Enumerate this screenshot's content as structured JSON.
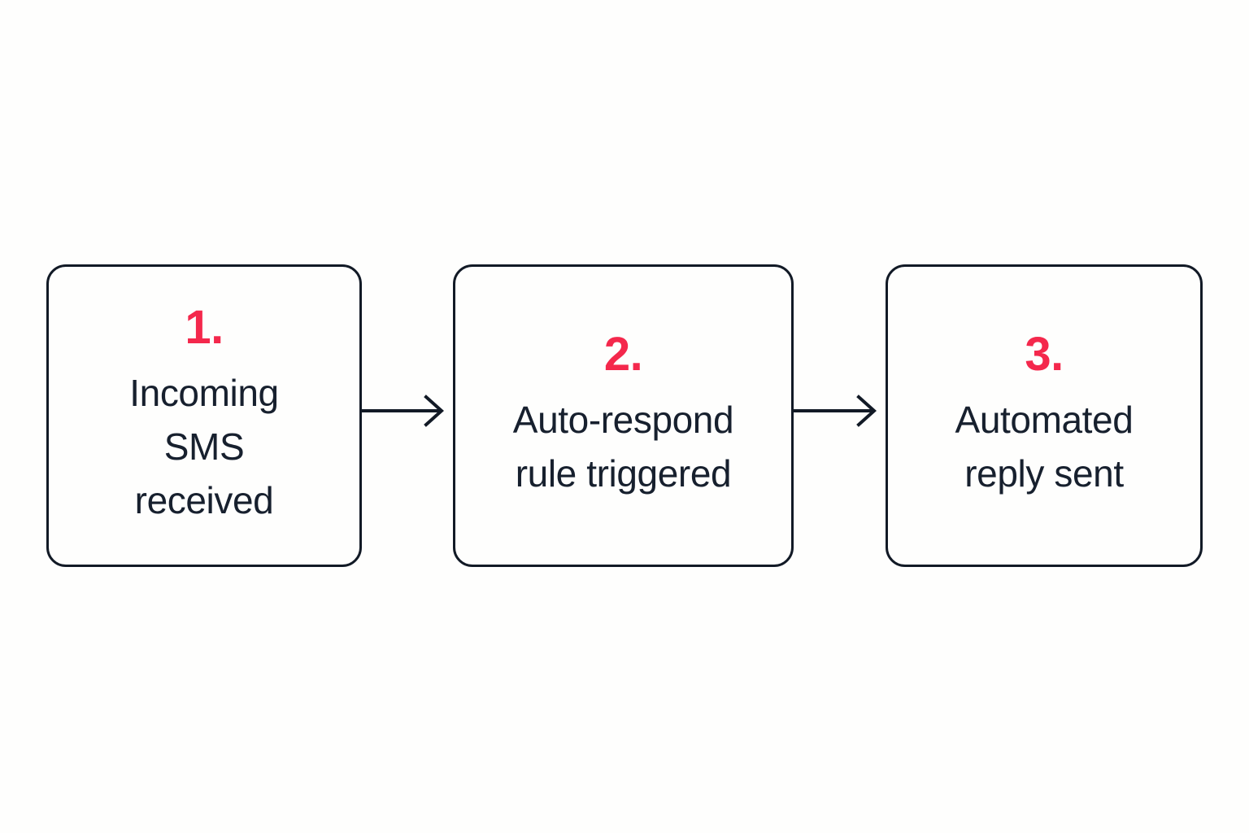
{
  "diagram": {
    "type": "horizontal-process-flow",
    "background_color": "#fefefd",
    "accent_color": "#f4284c",
    "text_color": "#17202e",
    "border_color": "#121a26",
    "steps": [
      {
        "number": "1.",
        "label": "Incoming\nSMS\nreceived"
      },
      {
        "number": "2.",
        "label": "Auto-respond\nrule triggered"
      },
      {
        "number": "3.",
        "label": "Automated\nreply sent"
      }
    ],
    "connectors": [
      {
        "name": "arrow-step1-to-step2",
        "direction": "right"
      },
      {
        "name": "arrow-step2-to-step3",
        "direction": "right"
      }
    ]
  }
}
